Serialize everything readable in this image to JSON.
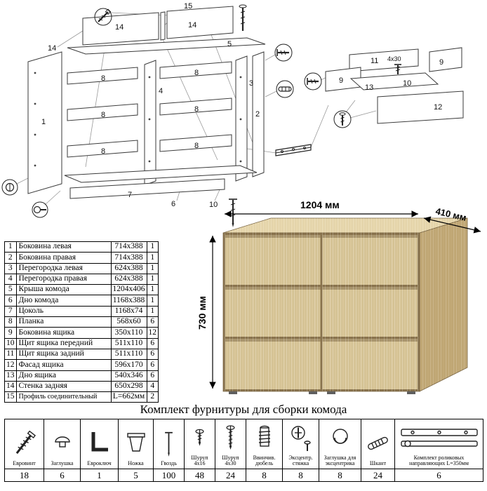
{
  "page": {
    "title": "Комплект фурнитуры для сборки комода"
  },
  "dresser": {
    "width_label": "1204 мм",
    "depth_label": "410 мм",
    "height_label": "730 мм"
  },
  "colors": {
    "wood_top": "#e8d8ae",
    "wood_side": "#c2a977",
    "wood_front_gap": "#8a744e",
    "wood_drawer": "#dac79a"
  },
  "parts_table": {
    "rows": [
      {
        "num": "1",
        "name": "Боковина левая",
        "size": "714x388",
        "qty": "1"
      },
      {
        "num": "2",
        "name": "Боковина правая",
        "size": "714x388",
        "qty": "1"
      },
      {
        "num": "3",
        "name": "Перегородка левая",
        "size": "624x388",
        "qty": "1"
      },
      {
        "num": "4",
        "name": "Перегородка правая",
        "size": "624x388",
        "qty": "1"
      },
      {
        "num": "5",
        "name": "Крыша комода",
        "size": "1204x406",
        "qty": "1"
      },
      {
        "num": "6",
        "name": "Дно комода",
        "size": "1168x388",
        "qty": "1"
      },
      {
        "num": "7",
        "name": "Цоколь",
        "size": "1168x74",
        "qty": "1"
      },
      {
        "num": "8",
        "name": "Планка",
        "size": "568x60",
        "qty": "6"
      },
      {
        "num": "9",
        "name": "Боковина ящика",
        "size": "350x110",
        "qty": "12"
      },
      {
        "num": "10",
        "name": "Щит ящика передний",
        "size": "511x110",
        "qty": "6"
      },
      {
        "num": "11",
        "name": "Щит ящика задний",
        "size": "511x110",
        "qty": "6"
      },
      {
        "num": "12",
        "name": "Фасад ящика",
        "size": "596x170",
        "qty": "6"
      },
      {
        "num": "13",
        "name": "Дно ящика",
        "size": "540x346",
        "qty": "6"
      },
      {
        "num": "14",
        "name": "Стенка задняя",
        "size": "650x298",
        "qty": "4"
      },
      {
        "num": "15",
        "name": "Профиль соединительный",
        "size": "L=662мм",
        "qty": "2"
      }
    ]
  },
  "hardware_table": {
    "items": [
      {
        "name": "Евровинт",
        "qty": "18"
      },
      {
        "name": "Заглушка",
        "qty": "6"
      },
      {
        "name": "Евроключ",
        "qty": "1"
      },
      {
        "name": "Ножка",
        "qty": "5"
      },
      {
        "name": "Гвоздь",
        "qty": "100"
      },
      {
        "name": "Шуруп 4x16",
        "qty": "48"
      },
      {
        "name": "Шуруп 4x30",
        "qty": "24"
      },
      {
        "name": "Ввинчив. дюбель",
        "qty": "8"
      },
      {
        "name": "Эксцентр. стяжка",
        "qty": "8"
      },
      {
        "name": "Заглушка для эксцентрика",
        "qty": "8"
      },
      {
        "name": "Шкант",
        "qty": "24"
      },
      {
        "name": "Комплект роликовых направляющих L=350мм",
        "qty": "6"
      }
    ]
  },
  "diagram": {
    "labels": [
      "15",
      "14",
      "14",
      "14",
      "1",
      "8",
      "8",
      "8",
      "8",
      "8",
      "8",
      "4",
      "3",
      "5",
      "2",
      "7",
      "6",
      "10",
      "11",
      "4x30",
      "9",
      "9",
      "13",
      "10",
      "12"
    ]
  }
}
